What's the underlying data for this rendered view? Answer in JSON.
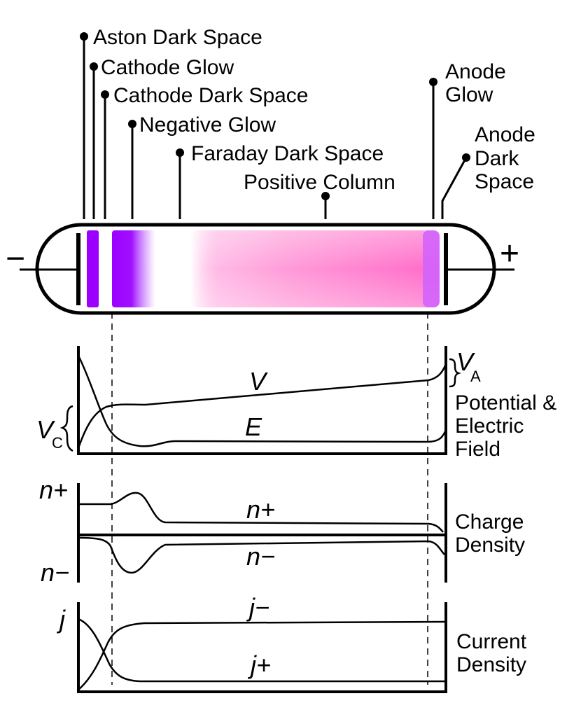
{
  "regions": {
    "aston_dark_space": "Aston Dark Space",
    "cathode_glow": "Cathode Glow",
    "cathode_dark_space": "Cathode Dark Space",
    "negative_glow": "Negative Glow",
    "faraday_dark_space": "Faraday Dark Space",
    "positive_column": "Positive Column",
    "anode_glow_line1": "Anode",
    "anode_glow_line2": "Glow",
    "anode_dark_space_line1": "Anode",
    "anode_dark_space_line2": "Dark",
    "anode_dark_space_line3": "Space"
  },
  "tube": {
    "cathode_symbol": "−",
    "anode_symbol": "+"
  },
  "colors": {
    "glow_purple": "#9b00ff",
    "positive_column_pink": "#ff6ac8",
    "anode_glow": "#d060ff"
  },
  "panels": {
    "potential": {
      "v_label": "V",
      "e_label": "E",
      "vc_main": "V",
      "vc_sub": "C",
      "va_main": "V",
      "va_sub": "A",
      "title_line1": "Potential &",
      "title_line2": "Electric",
      "title_line3": "Field"
    },
    "charge": {
      "n_plus_axis": "n+",
      "n_minus_axis": "n−",
      "n_plus_curve": "n+",
      "n_minus_curve": "n−",
      "title_line1": "Charge",
      "title_line2": "Density"
    },
    "current": {
      "j_axis": "j",
      "j_minus_curve": "j−",
      "j_plus_curve": "j+",
      "title_line1": "Current",
      "title_line2": "Density"
    }
  }
}
